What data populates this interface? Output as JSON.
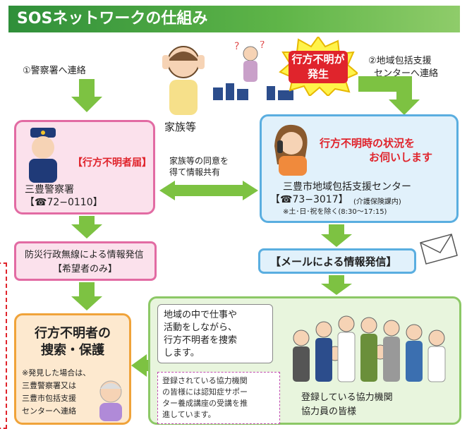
{
  "header": {
    "title": "SOSネットワークの仕組み"
  },
  "steps": {
    "police_contact": "①警察署へ連絡",
    "center_contact_line1": "②地域包括支援",
    "center_contact_line2": "センターへ連絡"
  },
  "burst": {
    "line1": "行方不明が",
    "line2": "発生"
  },
  "family_label": "家族等",
  "police_box": {
    "tag": "【行方不明者届】",
    "name": "三豊警察署",
    "phone": "【☎72−0110】"
  },
  "sharing": {
    "line1": "家族等の同意を",
    "line2": "得て情報共有"
  },
  "center_box": {
    "heading_line1": "行方不明時の状況を",
    "heading_line2": "お伺いします",
    "name": "三豊市地域包括支援センター",
    "phone": "【☎73−3017】",
    "phone_note": "(介護保険課内)",
    "hours": "※土･日･祝を除く(8:30〜17:15)"
  },
  "radio_box": {
    "line1": "防災行政無線による情報発信",
    "line2": "【希望者のみ】"
  },
  "mail_box": {
    "label": "【メールによる情報発信】"
  },
  "search_box": {
    "title_line1": "行方不明者の",
    "title_line2": "捜索・保護",
    "note_line1": "※発見した場合は、",
    "note_line2": "三豊警察署又は",
    "note_line3": "三豊市包括支援",
    "note_line4": "センターへ連絡"
  },
  "partners": {
    "bubble_line1": "地域の中で仕事や",
    "bubble_line2": "活動をしながら、",
    "bubble_line3": "行方不明者を捜索",
    "bubble_line4": "します。",
    "training_line1": "登録されている協力機関",
    "training_line2": "の皆様には認知症サポー",
    "training_line3": "ター養成講座の受講を推",
    "training_line4": "進しています。",
    "members_line1": "登録している協力機関",
    "members_line2": "協力員の皆様"
  },
  "colors": {
    "header": "#3a9a3f",
    "arrow": "#7dc242",
    "police_border": "#e26ba3",
    "center_border": "#5aaee0",
    "search_border": "#f0a33a",
    "alert_red": "#e0242c"
  }
}
